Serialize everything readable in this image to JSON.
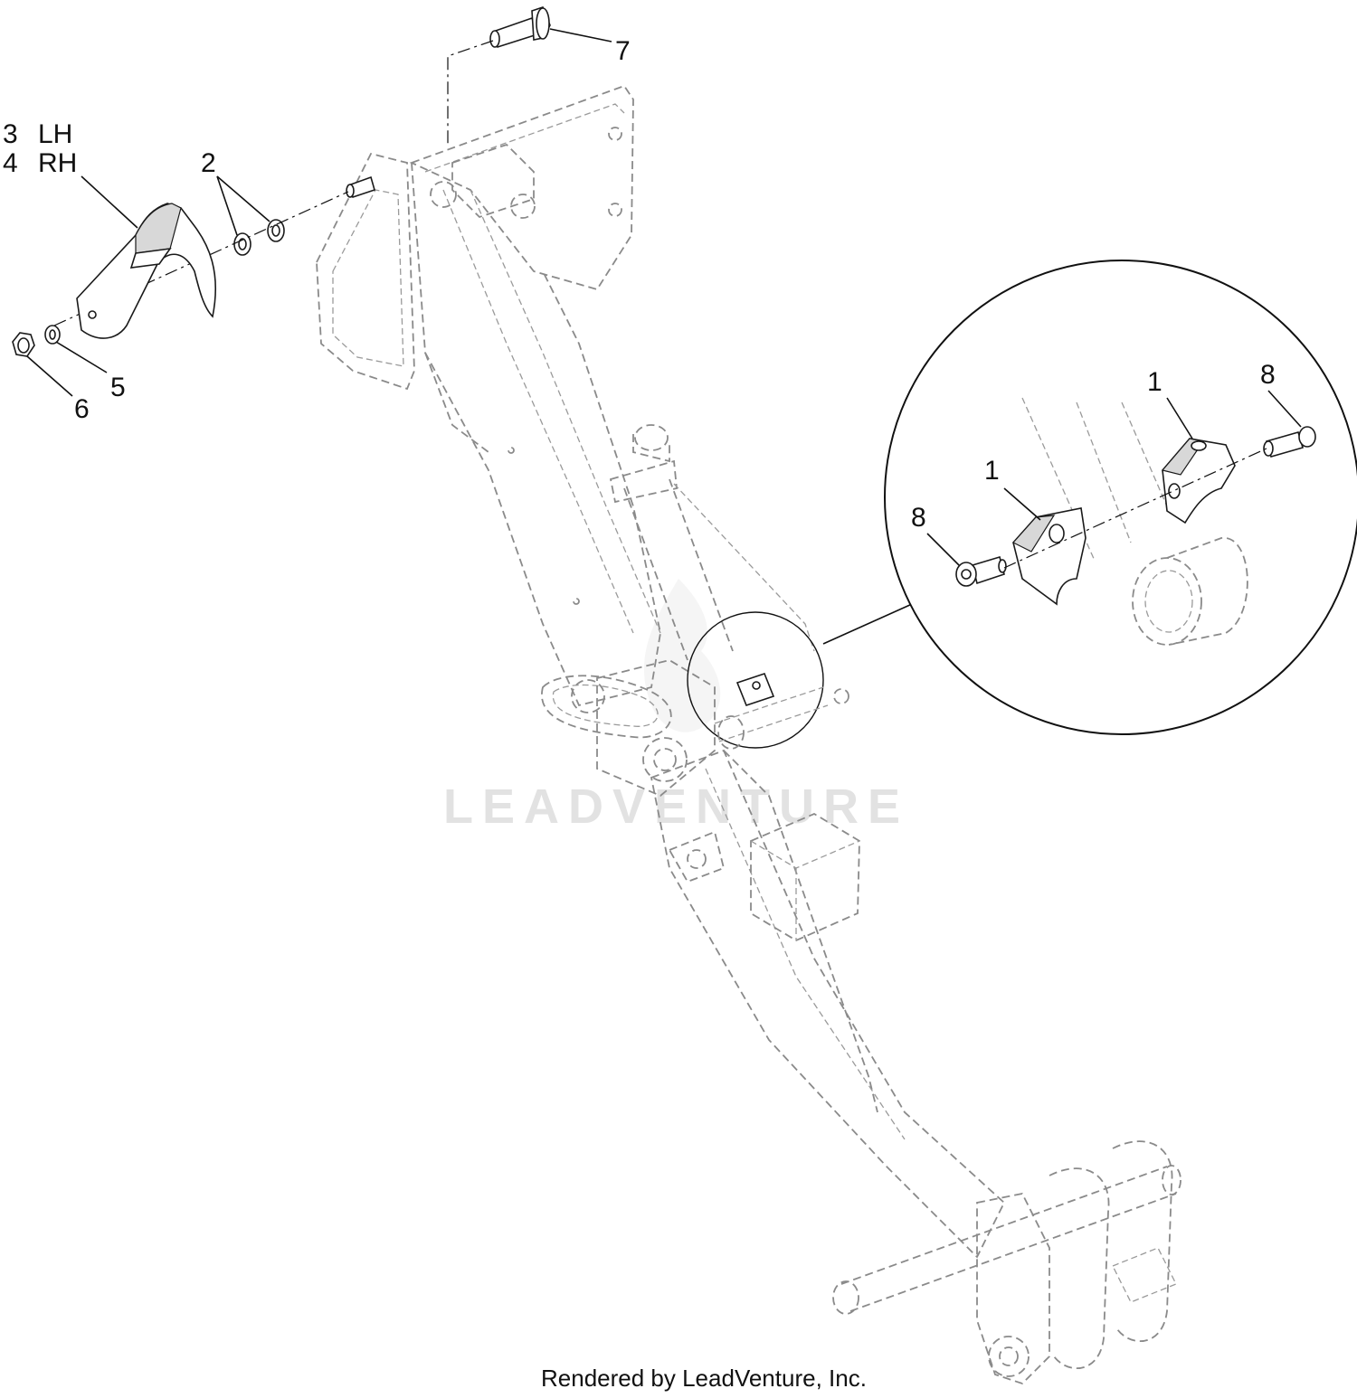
{
  "callouts": {
    "part_1_upper": "1",
    "part_1_lower": "1",
    "part_2": "2",
    "part_3": "3",
    "part_3_side": "LH",
    "part_4": "4",
    "part_4_side": "RH",
    "part_5": "5",
    "part_6": "6",
    "part_7": "7",
    "part_8_upper": "8",
    "part_8_lower": "8"
  },
  "watermark": "LEADVENTURE",
  "footer": "Rendered by LeadVenture, Inc.",
  "colors": {
    "line": "#1a1a1a",
    "ghost_line": "#8a8a8a",
    "watermark": "#e2e2e2"
  }
}
